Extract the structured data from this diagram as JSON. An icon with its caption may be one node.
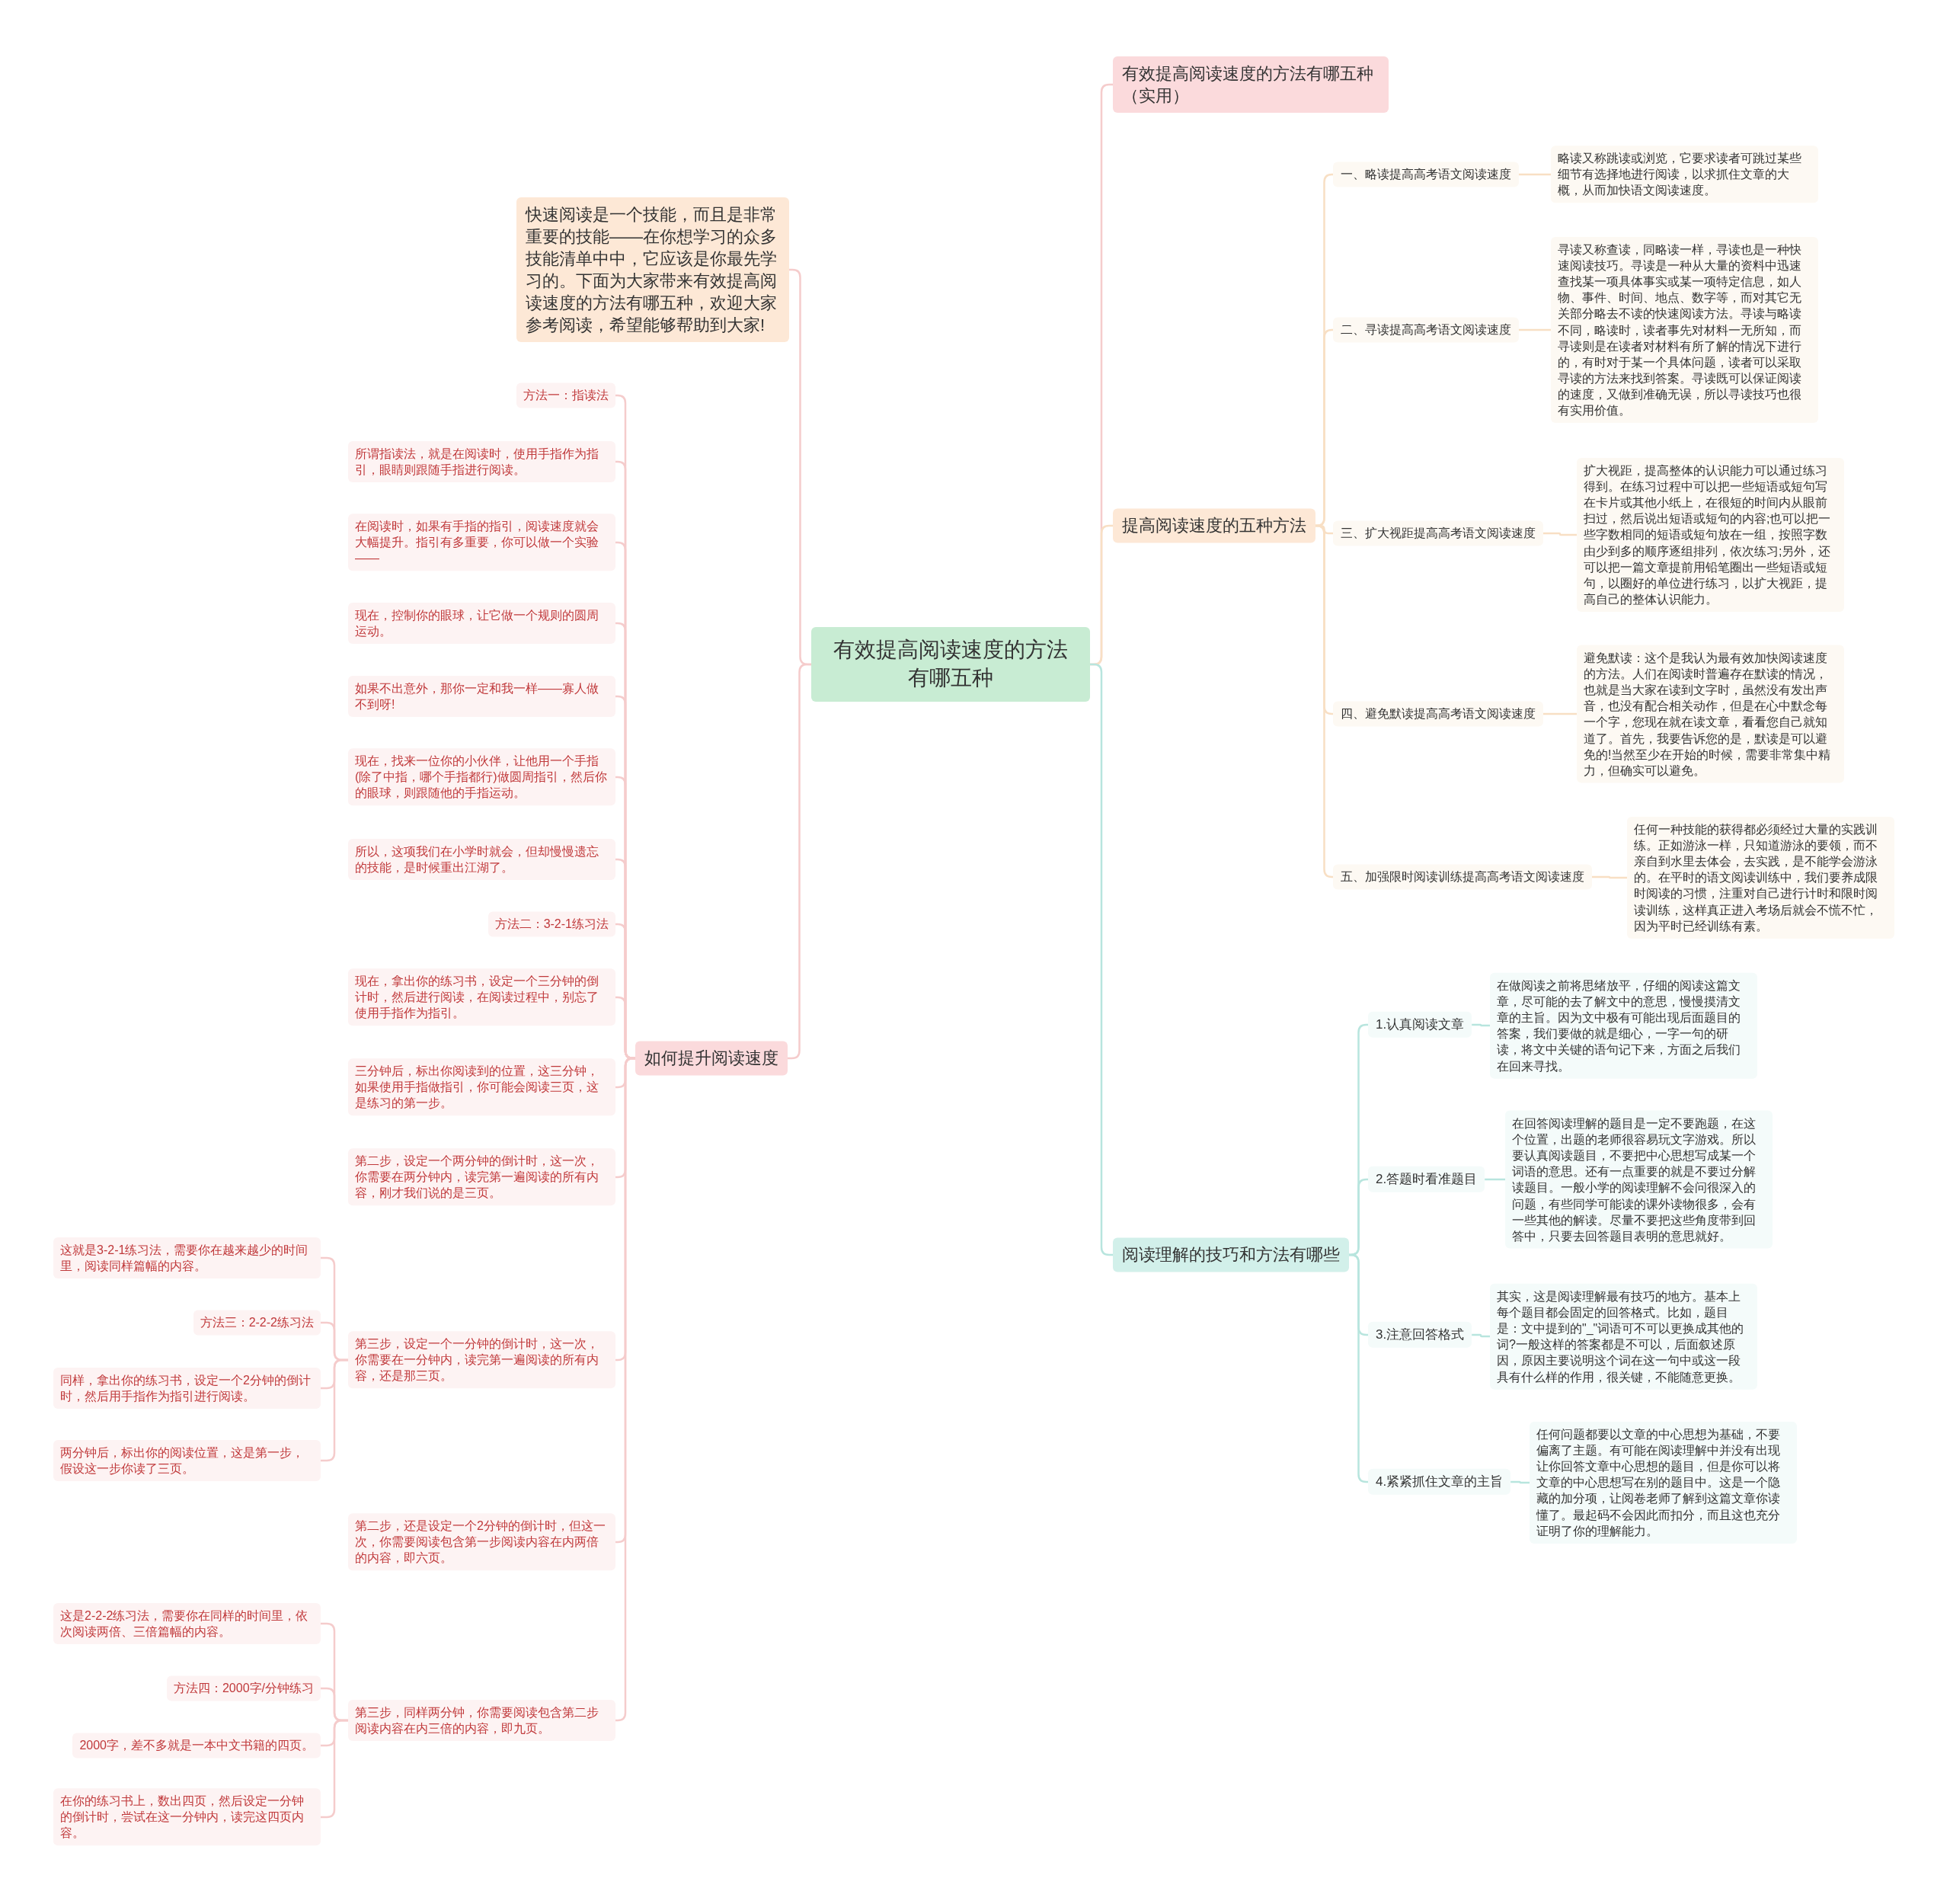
{
  "diagram": {
    "nodes": [
      {
        "text": [
          "有效提高阅读速度的方法有哪五种"
        ]
      },
      {
        "text": [
          "有效提高阅读速度的方法有哪五种（实用）"
        ]
      },
      {
        "text": [
          "提高阅读速度的五种方法"
        ]
      },
      {
        "text": [
          "一、略读提高高考语文阅读速度"
        ]
      },
      {
        "text": [
          "略读又称跳读或浏览，它要求读者可跳过某些细节有选择地进行阅读，以求抓住文章的大概，从而加快语文阅读速度。"
        ]
      },
      {
        "text": [
          "二、寻读提高高考语文阅读速度"
        ]
      },
      {
        "text": [
          "寻读又称查读，同略读一样，寻读也是一种快速阅读技巧。寻读是一种从大量的资料中迅速查找某一项具体事实或某一项特定信息，如人物、事件、时间、地点、数字等，而对其它无关部分略去不读的快速阅读方法。寻读与略读不同，略读时，读者事先对材料一无所知，而寻读则是在读者对材料有所了解的情况下进行的，有时对于某一个具体问题，读者可以采取寻读的方法来找到答案。寻读既可以保证阅读的速度，又做到准确无误，所以寻读技巧也很有实用价值。"
        ]
      },
      {
        "text": [
          "三、扩大视距提高高考语文阅读速度"
        ]
      },
      {
        "text": [
          "扩大视距，提高整体的认识能力可以通过练习得到。在练习过程中可以把一些短语或短句写在卡片或其他小纸上，在很短的时间内从眼前扫过，然后说出短语或短句的内容;也可以把一些字数相同的短语或短句放在一组，按照字数由少到多的顺序逐组排列，依次练习;另外，还可以把一篇文章提前用铅笔圈出一些短语或短句，以圈好的单位进行练习，以扩大视距，提高自己的整体认识能力。"
        ]
      },
      {
        "text": [
          "四、避免默读提高高考语文阅读速度"
        ]
      },
      {
        "text": [
          "避免默读：这个是我认为最有效加快阅读速度的方法。人们在阅读时普遍存在默读的情况，也就是当大家在读到文字时，虽然没有发出声音，也没有配合相关动作，但是在心中默念每一个字，您现在就在读文章，看看您自己就知道了。首先，我要告诉您的是，默读是可以避免的!当然至少在开始的时候，需要非常集中精力，但确实可以避免。"
        ]
      },
      {
        "text": [
          "五、加强限时阅读训练提高高考语文阅读速度"
        ]
      },
      {
        "text": [
          "任何一种技能的获得都必须经过大量的实践训练。正如游泳一样，只知道游泳的要领，而不亲自到水里去体会，去实践，是不能学会游泳的。在平时的语文阅读训练中，我们要养成限时阅读的习惯，注重对自己进行计时和限时阅读训练，这样真正进入考场后就会不慌不忙，因为平时已经训练有素。"
        ]
      },
      {
        "text": [
          "阅读理解的技巧和方法有哪些"
        ]
      },
      {
        "text": [
          "1.认真阅读文章"
        ]
      },
      {
        "text": [
          "在做阅读之前将思绪放平，仔细的阅读这篇文章，尽可能的去了解文中的意思，慢慢摸清文章的主旨。因为文中极有可能出现后面题目的答案，我们要做的就是细心，一字一句的研读，将文中关键的语句记下来，方面之后我们在回来寻找。"
        ]
      },
      {
        "text": [
          "2.答题时看准题目"
        ]
      },
      {
        "text": [
          "在回答阅读理解的题目是一定不要跑题，在这个位置，出题的老师很容易玩文字游戏。所以要认真阅读题目，不要把中心思想写成某一个词语的意思。还有一点重要的就是不要过分解读题目。一般小学的阅读理解不会问很深入的问题，有些同学可能读的课外读物很多，会有一些其他的解读。尽量不要把这些角度带到回答中，只要去回答题目表明的意思就好。"
        ]
      },
      {
        "text": [
          "3.注意回答格式"
        ]
      },
      {
        "text": [
          "其实，这是阅读理解最有技巧的地方。基本上每个题目都会固定的回答格式。比如，题目是：文中提到的\"_\"词语可不可以更换成其他的词?一般这样的答案都是不可以，后面叙述原因，原因主要说明这个词在这一句中或这一段具有什么样的作用，很关键，不能随意更换。"
        ]
      },
      {
        "text": [
          "4.紧紧抓住文章的主旨"
        ]
      },
      {
        "text": [
          "任何问题都要以文章的中心思想为基础，不要偏离了主题。有可能在阅读理解中并没有出现让你回答文章中心思想的题目，但是你可以将文章的中心思想写在别的题目中。这是一个隐藏的加分项，让阅卷老师了解到这篇文章你读懂了。最起码不会因此而扣分，而且这也充分证明了你的理解能力。"
        ]
      },
      {
        "text": [
          "快速阅读是一个技能，而且是非常重要的技能——在你想学习的众多技能清单中中，它应该是你最先学习的。下面为大家带来有效提高阅读速度的方法有哪五种，欢迎大家参考阅读，希望能够帮助到大家!"
        ]
      },
      {
        "text": [
          "如何提升阅读速度"
        ]
      },
      {
        "text": [
          "方法一：指读法"
        ]
      },
      {
        "text": [
          "所谓指读法，就是在阅读时，使用手指作为指引，眼睛则跟随手指进行阅读。"
        ]
      },
      {
        "text": [
          "在阅读时，如果有手指的指引，阅读速度就会大幅提升。指引有多重要，你可以做一个实验——"
        ]
      },
      {
        "text": [
          "现在，控制你的眼球，让它做一个规则的圆周运动。"
        ]
      },
      {
        "text": [
          "如果不出意外，那你一定和我一样——寡人做不到呀!"
        ]
      },
      {
        "text": [
          "现在，找来一位你的小伙伴，让他用一个手指(除了中指，哪个手指都行)做圆周指引，然后你的眼球，则跟随他的手指运动。"
        ]
      },
      {
        "text": [
          "所以，这项我们在小学时就会，但却慢慢遗忘的技能，是时候重出江湖了。"
        ]
      },
      {
        "text": [
          "方法二：3-2-1练习法"
        ]
      },
      {
        "text": [
          "现在，拿出你的练习书，设定一个三分钟的倒计时，然后进行阅读，在阅读过程中，别忘了使用手指作为指引。"
        ]
      },
      {
        "text": [
          "三分钟后，标出你阅读到的位置，这三分钟，如果使用手指做指引，你可能会阅读三页，这是练习的第一步。"
        ]
      },
      {
        "text": [
          "第二步，设定一个两分钟的倒计时，这一次，你需要在两分钟内，读完第一遍阅读的所有内容，刚才我们说的是三页。"
        ]
      },
      {
        "text": [
          "第三步，设定一个一分钟的倒计时，这一次，你需要在一分钟内，读完第一遍阅读的所有内容，还是那三页。"
        ]
      },
      {
        "text": [
          "这就是3-2-1练习法，需要你在越来越少的时间里，阅读同样篇幅的内容。"
        ]
      },
      {
        "text": [
          "方法三：2-2-2练习法"
        ]
      },
      {
        "text": [
          "同样，拿出你的练习书，设定一个2分钟的倒计时，然后用手指作为指引进行阅读。"
        ]
      },
      {
        "text": [
          "两分钟后，标出你的阅读位置，这是第一步，假设这一步你读了三页。"
        ]
      },
      {
        "text": [
          "第二步，还是设定一个2分钟的倒计时，但这一次，你需要阅读包含第一步阅读内容在内两倍的内容，即六页。"
        ]
      },
      {
        "text": [
          "第三步，同样两分钟，你需要阅读包含第二步阅读内容在内三倍的内容，即九页。"
        ]
      },
      {
        "text": [
          "这是2-2-2练习法，需要你在同样的时间里，依次阅读两倍、三倍篇幅的内容。"
        ]
      },
      {
        "text": [
          "方法四：2000字/分钟练习"
        ]
      },
      {
        "text": [
          "2000字，差不多就是一本中文书籍的四页。"
        ]
      },
      {
        "text": [
          "在你的练习书上，数出四页，然后设定一分钟的倒计时，尝试在这一分钟内，读完这四页内容。"
        ]
      }
    ],
    "edges": [
      {
        "from": 0,
        "to": 1,
        "arrow": "none"
      },
      {
        "from": 0,
        "to": 2,
        "arrow": "none",
        "color": "#f8dfc4"
      },
      {
        "from": 0,
        "to": 13,
        "arrow": "none",
        "color": "#b8e5de"
      },
      {
        "from": 0,
        "to": 22,
        "arrow": "none"
      },
      {
        "from": 0,
        "to": 23,
        "arrow": "none"
      },
      {
        "from": 2,
        "to": 3,
        "arrow": "none",
        "color": "#f8dfc4"
      },
      {
        "from": 3,
        "to": 4,
        "arrow": "none",
        "color": "#f8dfc4"
      },
      {
        "from": 2,
        "to": 5,
        "arrow": "none",
        "color": "#f8dfc4"
      },
      {
        "from": 5,
        "to": 6,
        "arrow": "none",
        "color": "#f8dfc4"
      },
      {
        "from": 2,
        "to": 7,
        "arrow": "none",
        "color": "#f8dfc4"
      },
      {
        "from": 7,
        "to": 8,
        "arrow": "none",
        "color": "#f8dfc4"
      },
      {
        "from": 2,
        "to": 9,
        "arrow": "none",
        "color": "#f8dfc4"
      },
      {
        "from": 9,
        "to": 10,
        "arrow": "none",
        "color": "#f8dfc4"
      },
      {
        "from": 2,
        "to": 11,
        "arrow": "none",
        "color": "#f8dfc4"
      },
      {
        "from": 11,
        "to": 12,
        "arrow": "none",
        "color": "#f8dfc4"
      },
      {
        "from": 13,
        "to": 14,
        "arrow": "none",
        "color": "#b8e5de"
      },
      {
        "from": 14,
        "to": 15,
        "arrow": "none",
        "color": "#b8e5de"
      },
      {
        "from": 13,
        "to": 16,
        "arrow": "none",
        "color": "#b8e5de"
      },
      {
        "from": 16,
        "to": 17,
        "arrow": "none",
        "color": "#b8e5de"
      },
      {
        "from": 13,
        "to": 18,
        "arrow": "none",
        "color": "#b8e5de"
      },
      {
        "from": 18,
        "to": 19,
        "arrow": "none",
        "color": "#b8e5de"
      },
      {
        "from": 13,
        "to": 20,
        "arrow": "none",
        "color": "#b8e5de"
      },
      {
        "from": 20,
        "to": 21,
        "arrow": "none",
        "color": "#b8e5de"
      },
      {
        "from": 23,
        "to": 24,
        "arrow": "none"
      },
      {
        "from": 23,
        "to": 25,
        "arrow": "none"
      },
      {
        "from": 23,
        "to": 26,
        "arrow": "none"
      },
      {
        "from": 23,
        "to": 27,
        "arrow": "none"
      },
      {
        "from": 23,
        "to": 28,
        "arrow": "none"
      },
      {
        "from": 23,
        "to": 29,
        "arrow": "none"
      },
      {
        "from": 23,
        "to": 30,
        "arrow": "none"
      },
      {
        "from": 23,
        "to": 31,
        "arrow": "none"
      },
      {
        "from": 23,
        "to": 32,
        "arrow": "none"
      },
      {
        "from": 23,
        "to": 33,
        "arrow": "none"
      },
      {
        "from": 23,
        "to": 34,
        "arrow": "none"
      },
      {
        "from": 23,
        "to": 35,
        "arrow": "none"
      },
      {
        "from": 35,
        "to": 36,
        "arrow": "none"
      },
      {
        "from": 35,
        "to": 37,
        "arrow": "none"
      },
      {
        "from": 35,
        "to": 38,
        "arrow": "none"
      },
      {
        "from": 35,
        "to": 39,
        "arrow": "none"
      },
      {
        "from": 23,
        "to": 40,
        "arrow": "none"
      },
      {
        "from": 23,
        "to": 41,
        "arrow": "none"
      },
      {
        "from": 41,
        "to": 42,
        "arrow": "none"
      },
      {
        "from": 41,
        "to": 43,
        "arrow": "none"
      },
      {
        "from": 41,
        "to": 44,
        "arrow": "none"
      },
      {
        "from": 41,
        "to": 45,
        "arrow": "none"
      }
    ]
  }
}
